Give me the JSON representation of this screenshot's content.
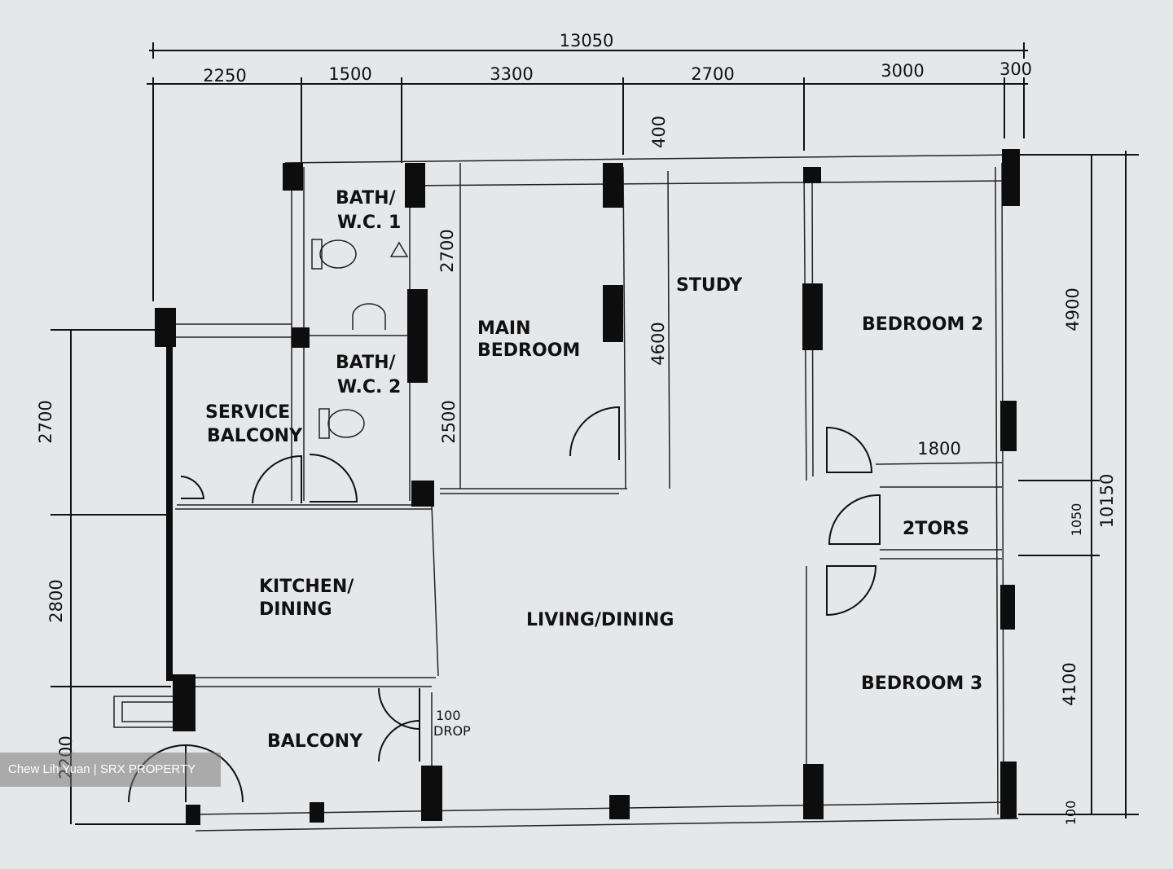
{
  "rooms": {
    "bath1_line1": "BATH/",
    "bath1_line2": "W.C. 1",
    "bath2_line1": "BATH/",
    "bath2_line2": "W.C. 2",
    "service_line1": "SERVICE",
    "service_line2": "BALCONY",
    "main_line1": "MAIN",
    "main_line2": "BEDROOM",
    "study": "STUDY",
    "bedroom2": "BEDROOM 2",
    "bedroom3": "BEDROOM 3",
    "kitchen_line1": "KITCHEN/",
    "kitchen_line2": "DINING",
    "living": "LIVING/DINING",
    "balcony": "BALCONY",
    "stores": "2TORS",
    "drop_line1": "100",
    "drop_line2": "DROP"
  },
  "dimensions": {
    "total_width": "13050",
    "top": [
      "2250",
      "1500",
      "3300",
      "2700",
      "3000",
      "300"
    ],
    "left": [
      "2700",
      "2800",
      "2200"
    ],
    "right": [
      "4900",
      "1050",
      "4100",
      "100"
    ],
    "right_total": "10150",
    "bath_upper": "2700",
    "bath_lower": "2500",
    "study_depth": "4600",
    "study_window": "400",
    "store_width": "1800"
  },
  "watermark": "Chew Lih Yuan | SRX PROPERTY"
}
